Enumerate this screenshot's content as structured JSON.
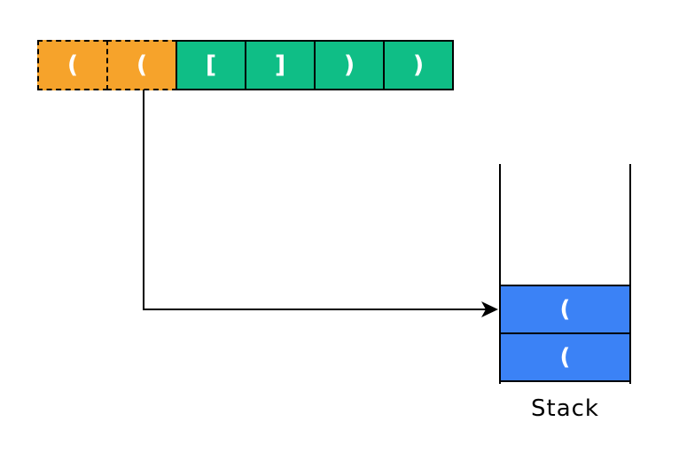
{
  "sequence": {
    "cells": [
      {
        "char": "(",
        "state": "scanned"
      },
      {
        "char": "(",
        "state": "scanned"
      },
      {
        "char": "[",
        "state": "unscanned"
      },
      {
        "char": "]",
        "state": "unscanned"
      },
      {
        "char": ")",
        "state": "unscanned"
      },
      {
        "char": ")",
        "state": "unscanned"
      }
    ]
  },
  "stack": {
    "label": "Stack",
    "items": [
      "(",
      "("
    ]
  },
  "colors": {
    "scanned_cell": "#F6A32B",
    "unscanned_cell": "#0FBE86",
    "stack_item": "#3B82F6",
    "line": "#000000",
    "glyph": "#FFFFFF"
  }
}
